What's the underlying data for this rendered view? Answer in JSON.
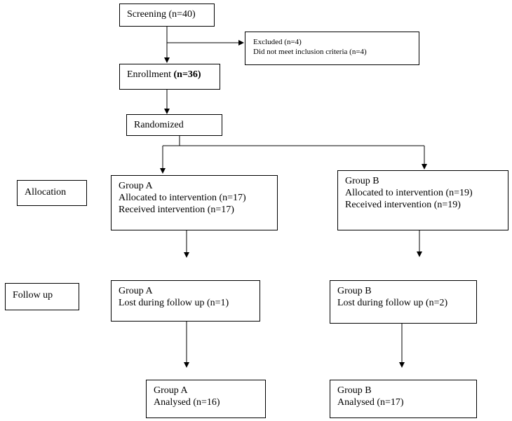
{
  "screening": {
    "line1": "Screening (n=40)"
  },
  "excluded": {
    "line1": "Excluded (n=4)",
    "line2": "Did not meet inclusion criteria (n=4)"
  },
  "enrollment": {
    "prefix": "Enrollment ",
    "count": "(n=36)"
  },
  "randomized": {
    "line1": "Randomized"
  },
  "stages": {
    "allocation": "Allocation",
    "follow_up": "Follow up"
  },
  "allocation_a": {
    "line1": "Group A",
    "line2": "Allocated to intervention (n=17)",
    "line3": "Received intervention (n=17)"
  },
  "allocation_b": {
    "line1": "Group B",
    "line2": "Allocated to intervention (n=19)",
    "line3": "Received intervention (n=19)"
  },
  "followup_a": {
    "line1": "Group A",
    "line2": "Lost during follow up (n=1)"
  },
  "followup_b": {
    "line1": "Group B",
    "line2": "Lost during follow up (n=2)"
  },
  "analysed_a": {
    "line1": "Group A",
    "line2": "Analysed (n=16)"
  },
  "analysed_b": {
    "line1": "Group B",
    "line2": "Analysed (n=17)"
  }
}
